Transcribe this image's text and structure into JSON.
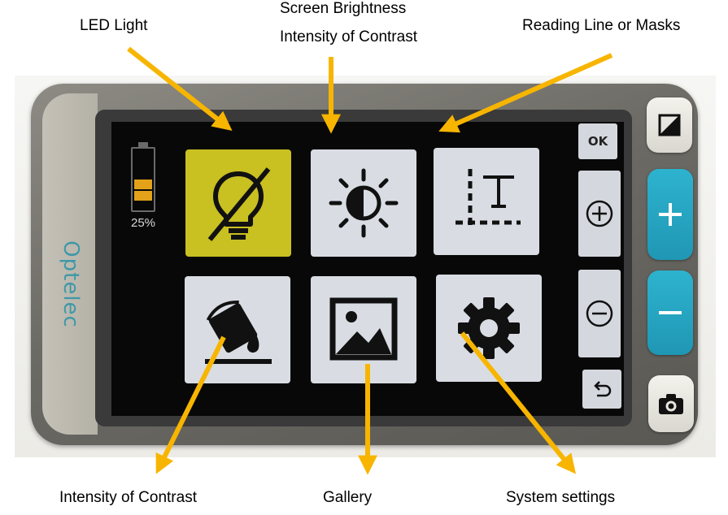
{
  "device": {
    "brand": "Optelec",
    "battery_percent_label": "25%",
    "battery_level_fraction": 0.25
  },
  "menu_tiles": [
    {
      "id": "led-light",
      "icon": "led-light-off-icon",
      "color": "#c9c021"
    },
    {
      "id": "brightness",
      "icon": "brightness-contrast-icon",
      "color": "#d9dde3"
    },
    {
      "id": "reading-line",
      "icon": "reading-line-mask-icon",
      "color": "#d9dde3"
    },
    {
      "id": "contrast",
      "icon": "paint-bucket-icon",
      "color": "#d9dde3"
    },
    {
      "id": "gallery",
      "icon": "image-gallery-icon",
      "color": "#d9dde3"
    },
    {
      "id": "settings",
      "icon": "gear-icon",
      "color": "#d9dde3"
    }
  ],
  "side_buttons": {
    "ok_label": "OK",
    "zoom_in_icon": "circle-plus-icon",
    "zoom_out_icon": "circle-minus-icon",
    "back_icon": "return-arrow-icon"
  },
  "hardware_buttons": {
    "mode_icon": "contrast-mode-icon",
    "plus_icon": "plus-icon",
    "minus_icon": "minus-icon",
    "camera_icon": "camera-icon",
    "accent_color": "#27a8c5"
  },
  "annotations": {
    "led_light": "LED Light",
    "screen_brightness": "Screen Brightness",
    "intensity_of_contrast_top": "Intensity of Contrast",
    "reading_line": "Reading Line or Masks",
    "intensity_of_contrast_bottom": "Intensity of Contrast",
    "gallery": "Gallery",
    "system_settings": "System settings",
    "arrow_color": "#f7b500"
  }
}
